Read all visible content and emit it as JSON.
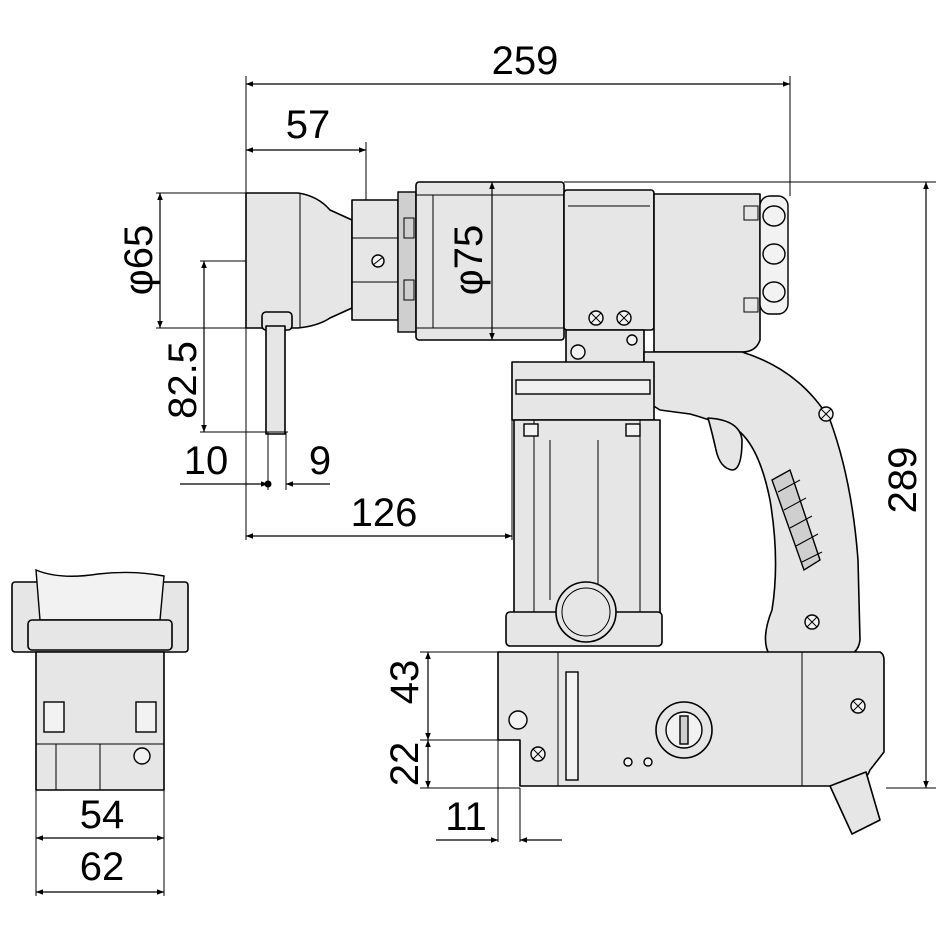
{
  "dimensions": {
    "overall_length": "259",
    "head_length": "57",
    "reaction_diameter": "φ65",
    "body_diameter": "φ75",
    "reaction_arm_length": "82.5",
    "arm_offset_left": "10",
    "arm_offset_right": "9",
    "center_to_grip": "126",
    "overall_height": "289",
    "base_height_upper": "43",
    "base_height_lower": "22",
    "base_offset": "11",
    "front_inner_width": "54",
    "front_outer_width": "62"
  }
}
